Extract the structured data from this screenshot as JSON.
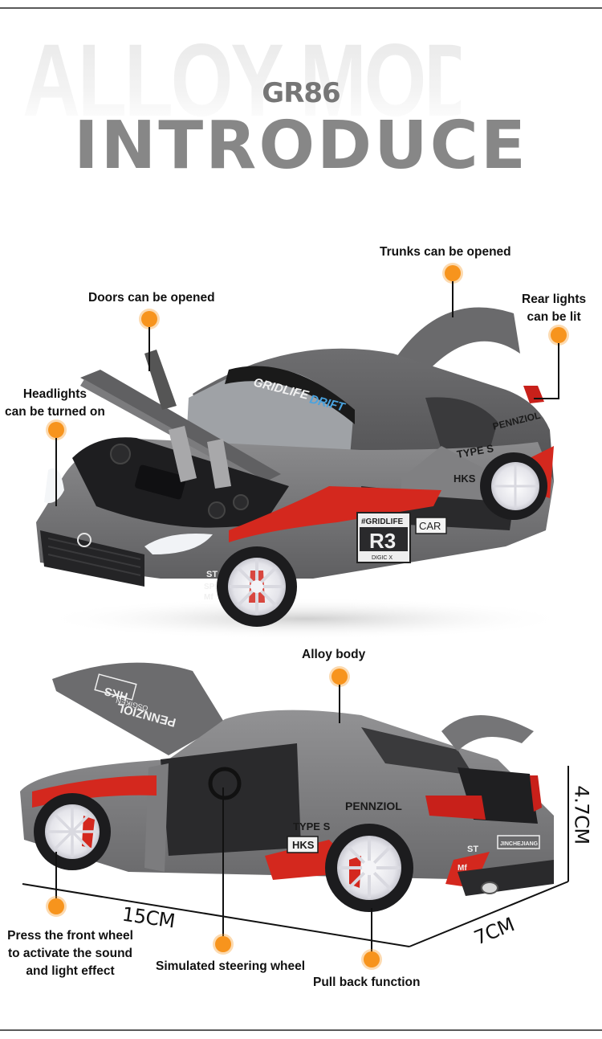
{
  "header": {
    "watermark": "ALLOY MODEL",
    "model_name": "GR86",
    "title": "INTRODUCE"
  },
  "colors": {
    "accent_dot": "#f7941d",
    "title_gray": "#878787",
    "car_body": "#7a7a7c",
    "car_stripe": "#d4281e",
    "decal_blue": "#4aa3df"
  },
  "top_car": {
    "callouts": [
      {
        "id": "doors",
        "label": "Doors can be opened"
      },
      {
        "id": "trunks",
        "label": "Trunks can be opened"
      },
      {
        "id": "rear_lights",
        "label_line1": "Rear lights",
        "label_line2": "can be lit"
      },
      {
        "id": "headlights",
        "label_line1": "Headlights",
        "label_line2": "can be turned on"
      }
    ],
    "decals": {
      "windshield_a": "GRIDLIFE",
      "windshield_b": "DRIFT",
      "plate_top": "#GRIDLIFE",
      "plate_main": "R3",
      "plate_bottom": "DIGIC X",
      "car_badge": "CAR",
      "brand1": "PENNZIOL",
      "brand2": "TYPE S",
      "brand3": "HKS",
      "side_a": "ST",
      "side_b": "SPL",
      "side_c": "Mf"
    }
  },
  "bottom_car": {
    "callouts": [
      {
        "id": "alloy_body",
        "label": "Alloy body"
      },
      {
        "id": "front_wheel",
        "label_line1": "Press the front wheel",
        "label_line2": "to activate the sound",
        "label_line3": "and light effect"
      },
      {
        "id": "steering",
        "label": "Simulated steering wheel"
      },
      {
        "id": "pullback",
        "label": "Pull back function"
      }
    ],
    "decals": {
      "hood_a": "PENNZIOL",
      "hood_b": "HKS",
      "hood_c": "OSGIKEN",
      "side_a": "PENNZIOL",
      "side_b": "TYPE S",
      "side_c": "HKS",
      "plate": "JINCHEJIANG",
      "rear_a": "ST",
      "rear_b": "Mf"
    },
    "dimensions": {
      "length": "15CM",
      "width": "7CM",
      "height": "4.7CM"
    }
  }
}
